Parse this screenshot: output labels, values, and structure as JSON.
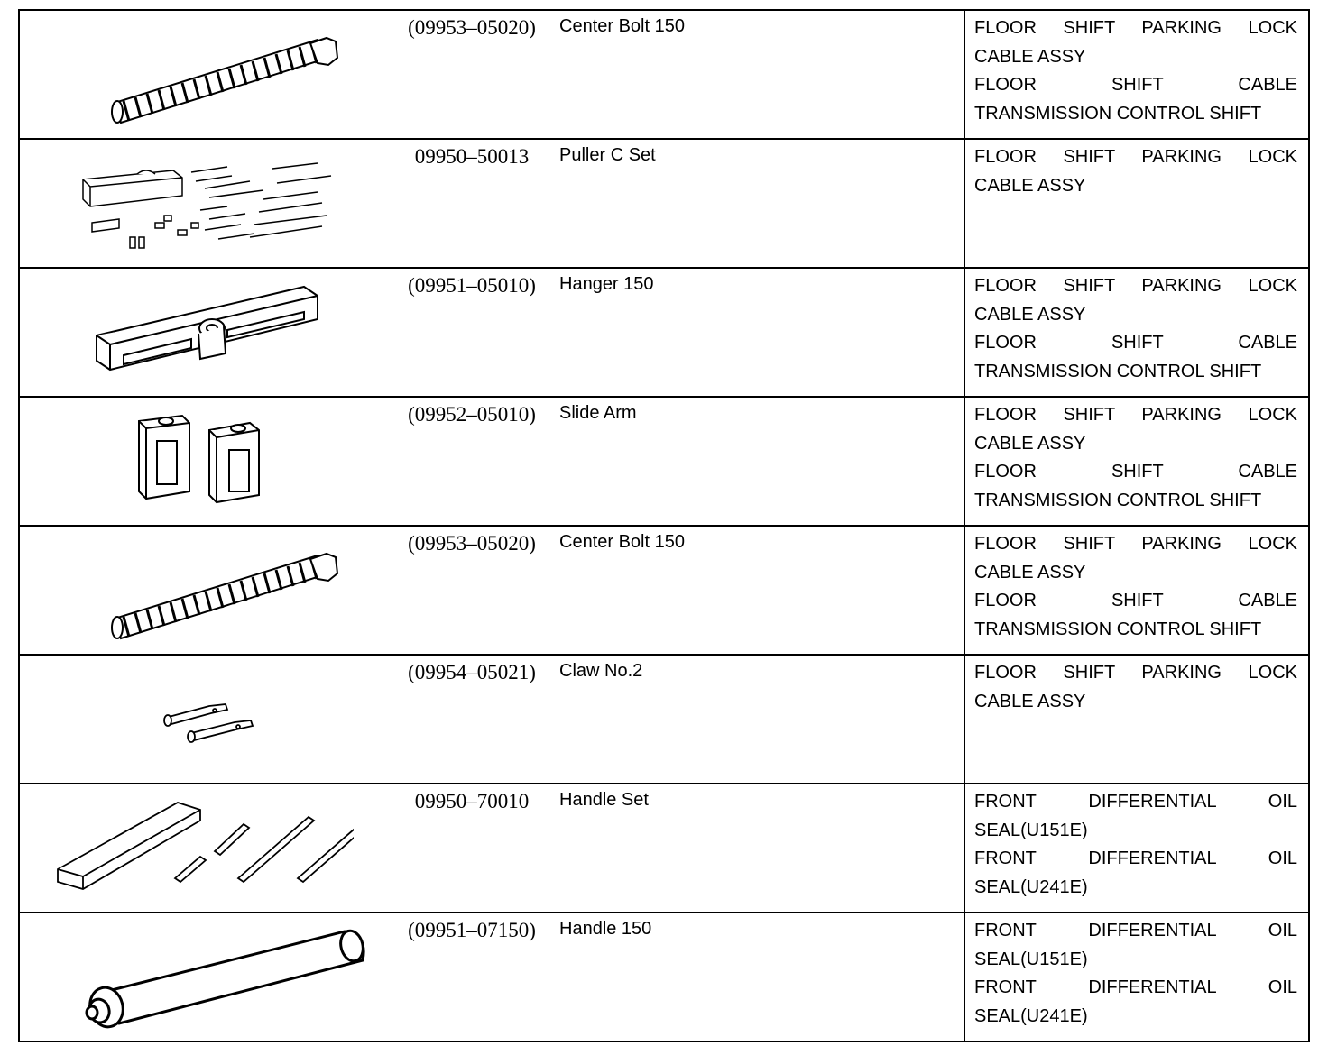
{
  "rows": [
    {
      "part_no": "(09953–05020)",
      "name": "Center Bolt 150",
      "icon": "center-bolt-icon",
      "uses": [
        "FLOOR SHIFT PARKING LOCK",
        "CABLE ASSY",
        "FLOOR SHIFT CABLE",
        "TRANSMISSION CONTROL SHIFT"
      ]
    },
    {
      "part_no": "09950–50013",
      "name": "Puller C Set",
      "icon": "puller-set-icon",
      "uses": [
        "FLOOR SHIFT PARKING LOCK",
        "CABLE ASSY"
      ]
    },
    {
      "part_no": "(09951–05010)",
      "name": "Hanger 150",
      "icon": "hanger-icon",
      "uses": [
        "FLOOR SHIFT PARKING LOCK",
        "CABLE ASSY",
        "FLOOR SHIFT CABLE",
        "TRANSMISSION CONTROL SHIFT"
      ]
    },
    {
      "part_no": "(09952–05010)",
      "name": "Slide Arm",
      "icon": "slide-arm-icon",
      "uses": [
        "FLOOR SHIFT PARKING LOCK",
        "CABLE ASSY",
        "FLOOR SHIFT CABLE",
        "TRANSMISSION CONTROL SHIFT"
      ]
    },
    {
      "part_no": "(09953–05020)",
      "name": "Center Bolt 150",
      "icon": "center-bolt-icon",
      "uses": [
        "FLOOR SHIFT PARKING LOCK",
        "CABLE ASSY",
        "FLOOR SHIFT CABLE",
        "TRANSMISSION CONTROL SHIFT"
      ]
    },
    {
      "part_no": "(09954–05021)",
      "name": "Claw No.2",
      "icon": "claw-icon",
      "uses": [
        "FLOOR SHIFT PARKING LOCK",
        "CABLE ASSY"
      ]
    },
    {
      "part_no": "09950–70010",
      "name": "Handle Set",
      "icon": "handle-set-icon",
      "uses": [
        "FRONT DIFFERENTIAL OIL",
        "SEAL(U151E)",
        "FRONT DIFFERENTIAL OIL",
        "SEAL(U241E)"
      ]
    },
    {
      "part_no": "(09951–07150)",
      "name": "Handle 150",
      "icon": "handle-icon",
      "uses": [
        "FRONT DIFFERENTIAL OIL",
        "SEAL(U151E)",
        "FRONT DIFFERENTIAL OIL",
        "SEAL(U241E)"
      ]
    }
  ]
}
